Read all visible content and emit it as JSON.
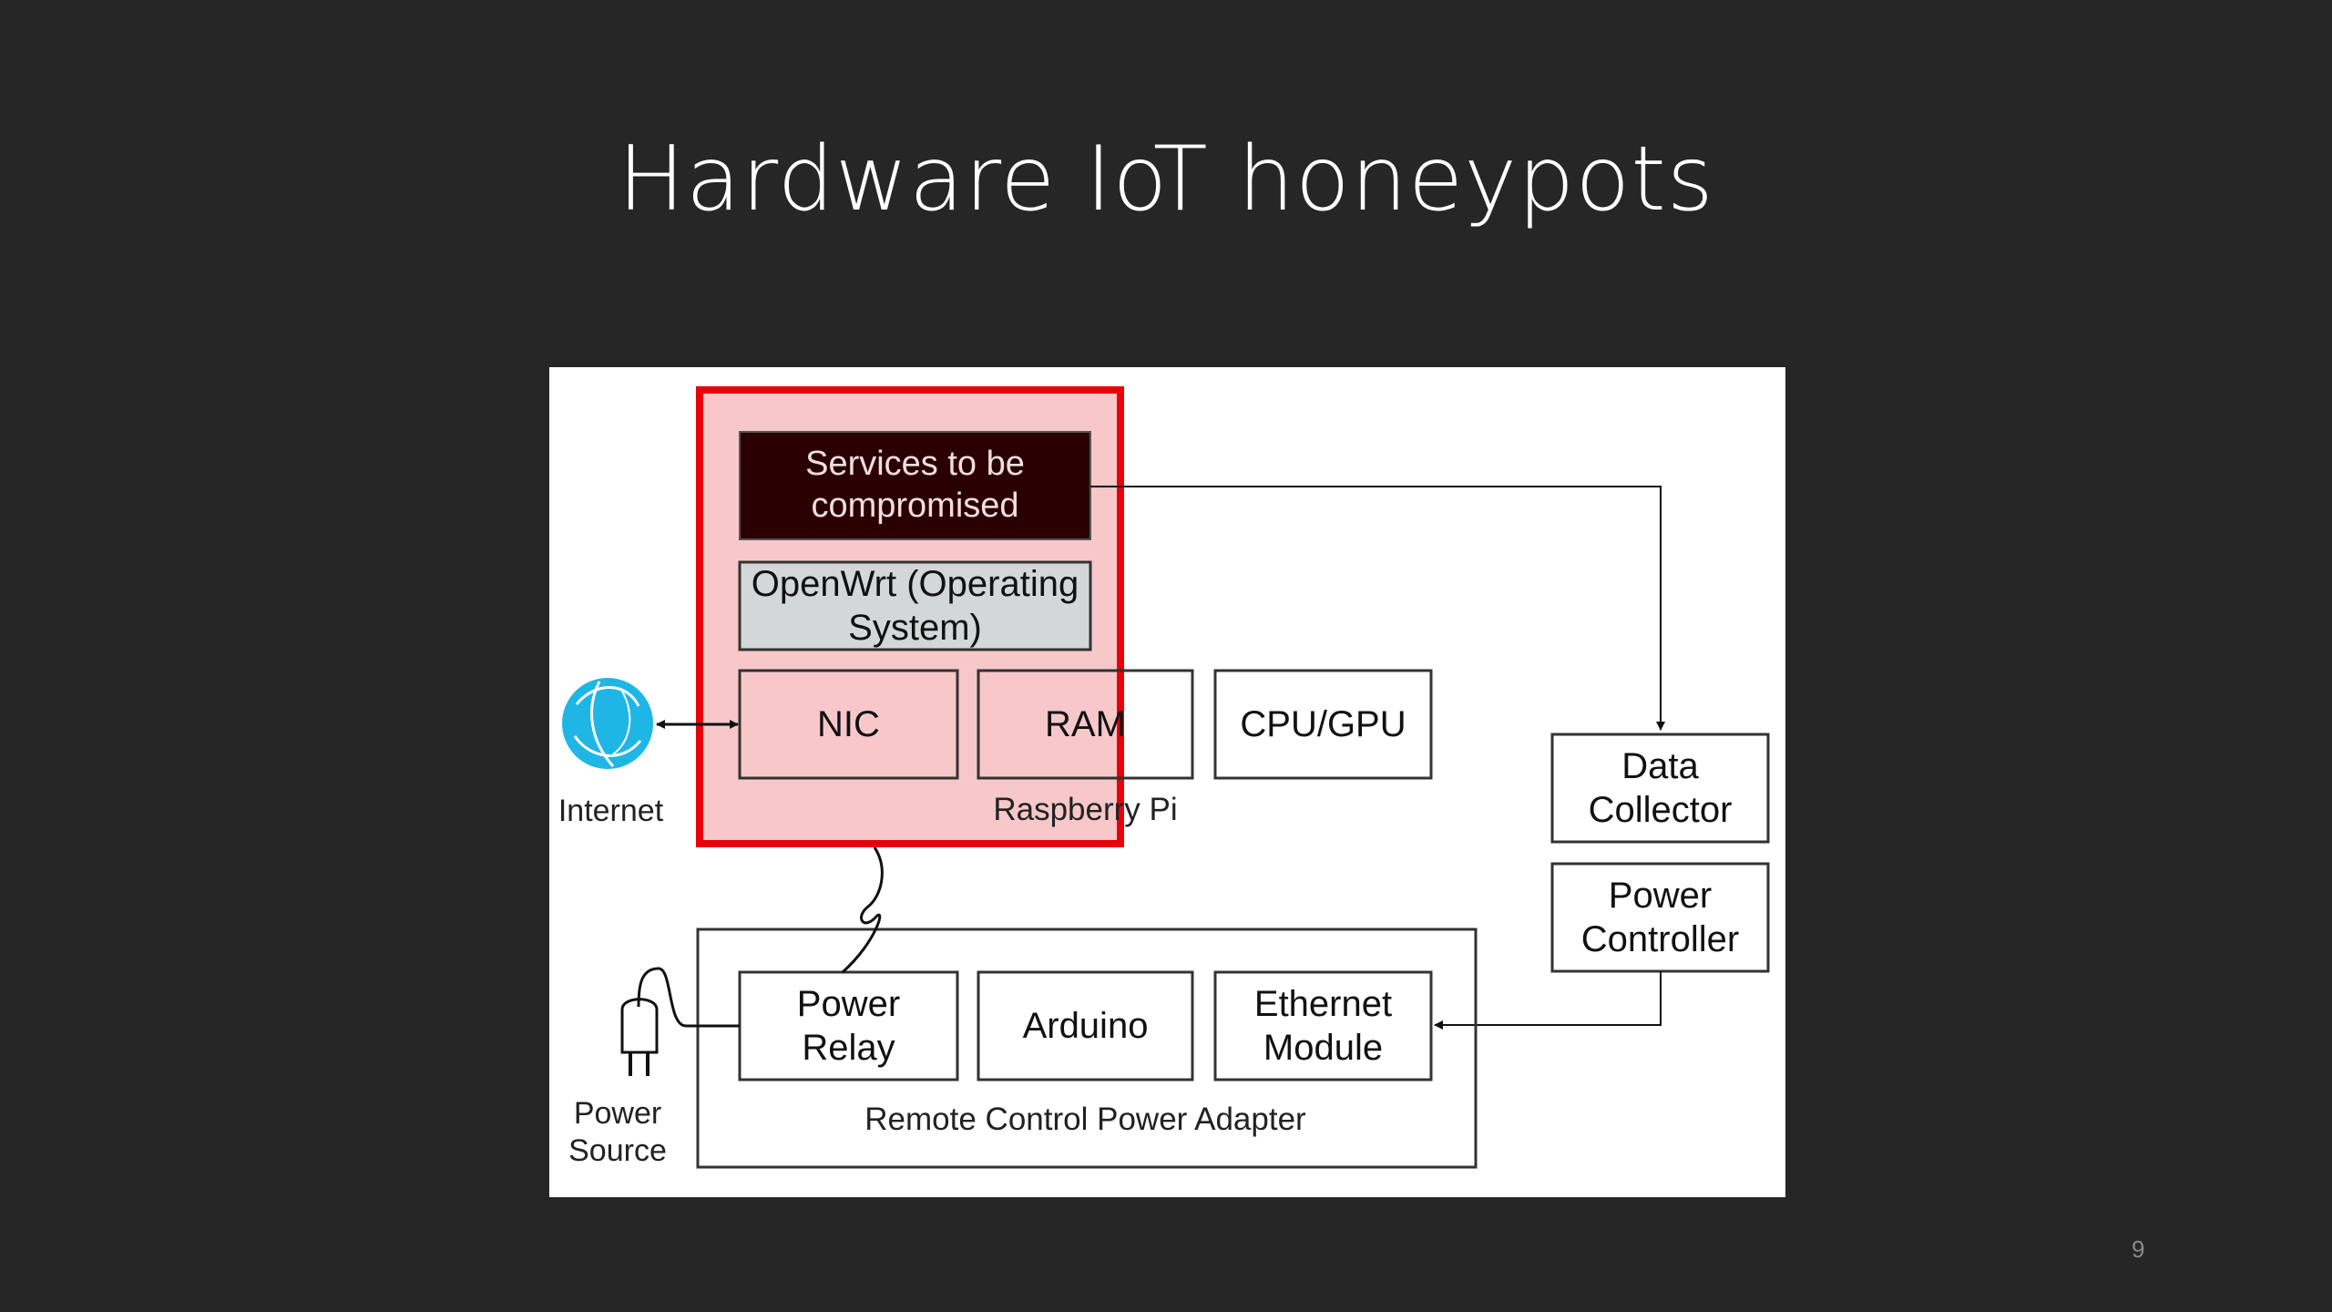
{
  "slide": {
    "title": "Hardware IoT honeypots",
    "page_number": "9"
  },
  "diagram": {
    "services": "Services to be compromised",
    "os": "OpenWrt (Operating System)",
    "nic": "NIC",
    "ram": "RAM",
    "cpu": "CPU/GPU",
    "raspberry": "Raspberry Pi",
    "internet": "Internet",
    "data_collector_line1": "Data",
    "data_collector_line2": "Collector",
    "power_controller_line1": "Power",
    "power_controller_line2": "Controller",
    "power_relay_line1": "Power",
    "power_relay_line2": "Relay",
    "arduino": "Arduino",
    "ethernet_line1": "Ethernet",
    "ethernet_line2": "Module",
    "adapter": "Remote Control Power Adapter",
    "power_source_line1": "Power",
    "power_source_line2": "Source",
    "colors": {
      "highlight_border": "#e8000a",
      "highlight_fill": "#f7c7ca",
      "services_fill": "#2a0002",
      "os_fill": "#d3d7d8",
      "globe": "#1fb6e6"
    }
  }
}
